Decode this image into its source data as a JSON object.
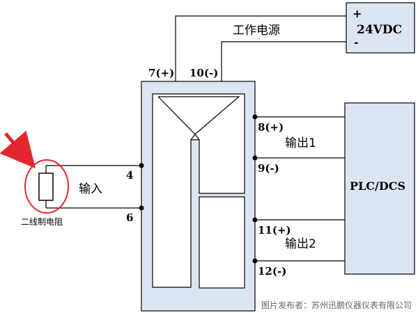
{
  "power": {
    "label": "工作电源",
    "supply_label": "24VDC",
    "plus": "+",
    "minus": "-"
  },
  "terminals": {
    "t7": "7(+)",
    "t10": "10(-)",
    "t4": "4",
    "t6": "6",
    "t8": "8(+)",
    "t9": "9(-)",
    "t11": "11(+)",
    "t12": "12(-)"
  },
  "input": {
    "label": "输入",
    "sensor_label": "二线制电阻"
  },
  "outputs": {
    "out1": "输出1",
    "out2": "输出2",
    "receiver_label": "PLC/DCS"
  },
  "watermark": "图片发布者：苏州迅鹏仪器仪表有限公司",
  "colors": {
    "module_fill": "#dce6f2",
    "line": "#000000",
    "highlight_red": "#e0282e",
    "watermark_gray": "#666666"
  }
}
